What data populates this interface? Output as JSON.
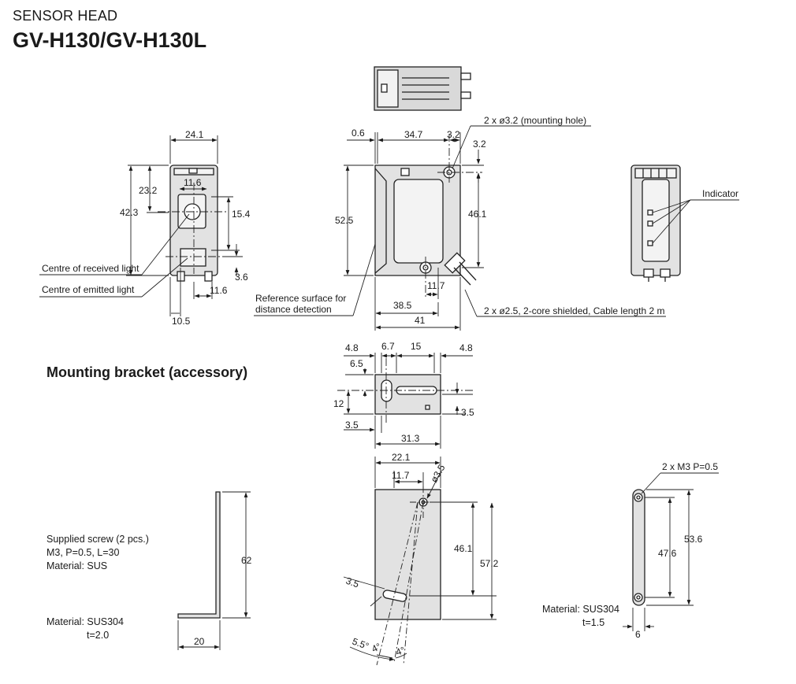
{
  "header": {
    "kicker": "SENSOR HEAD",
    "title": "GV-H130/GV-H130L"
  },
  "bracket_section": {
    "title": "Mounting bracket (accessory)"
  },
  "labels": {
    "mounting_hole": "2 x ø3.2 (mounting hole)",
    "indicator": "Indicator",
    "centre_received": "Centre of received light",
    "centre_emitted": "Centre of emitted light",
    "reference_surface_1": "Reference surface for",
    "reference_surface_2": "distance detection",
    "cable": "2 x ø2.5, 2-core shielded, Cable length 2 m",
    "m3_pitch": "2 x M3 P=0.5"
  },
  "notes": {
    "screw": [
      "Supplied screw (2 pcs.)",
      "M3, P=0.5, L=30",
      "Material: SUS"
    ],
    "bracket_left": [
      "Material: SUS304",
      "t=2.0"
    ],
    "bracket_right": [
      "Material: SUS304",
      "t=1.5"
    ]
  },
  "dims": {
    "front_width": "24.1",
    "front_23_2": "23.2",
    "front_42_3": "42.3",
    "front_11_6_top": "11.6",
    "front_15_4": "15.4",
    "front_3_6": "3.6",
    "front_11_6_bot": "11.6",
    "front_10_5": "10.5",
    "side_0_6": "0.6",
    "side_34_7": "34.7",
    "side_3_2a": "3.2",
    "side_3_2b": "3.2",
    "side_52_5": "52.5",
    "side_46_1": "46.1",
    "side_11_7": "11.7",
    "side_38_5": "38.5",
    "side_41": "41",
    "br_4_8a": "4.8",
    "br_6_7": "6.7",
    "br_15": "15",
    "br_4_8b": "4.8",
    "br_6_5": "6.5",
    "br_12": "12",
    "br_3_5a": "3.5",
    "br_3_5b": "3.5",
    "br_31_3": "31.3",
    "bf_22_1": "22.1",
    "bf_11_7": "11.7",
    "bf_d3_5": "ø3.5",
    "bf_46_1": "46.1",
    "bf_57_2": "57.2",
    "bf_3_5": "3.5",
    "bf_5_5": "5.5°",
    "bf_4a": "4°",
    "bf_4b": "4°",
    "bl_62": "62",
    "bl_20": "20",
    "bs_53_6": "53.6",
    "bs_47_6": "47.6",
    "bs_6": "6"
  }
}
